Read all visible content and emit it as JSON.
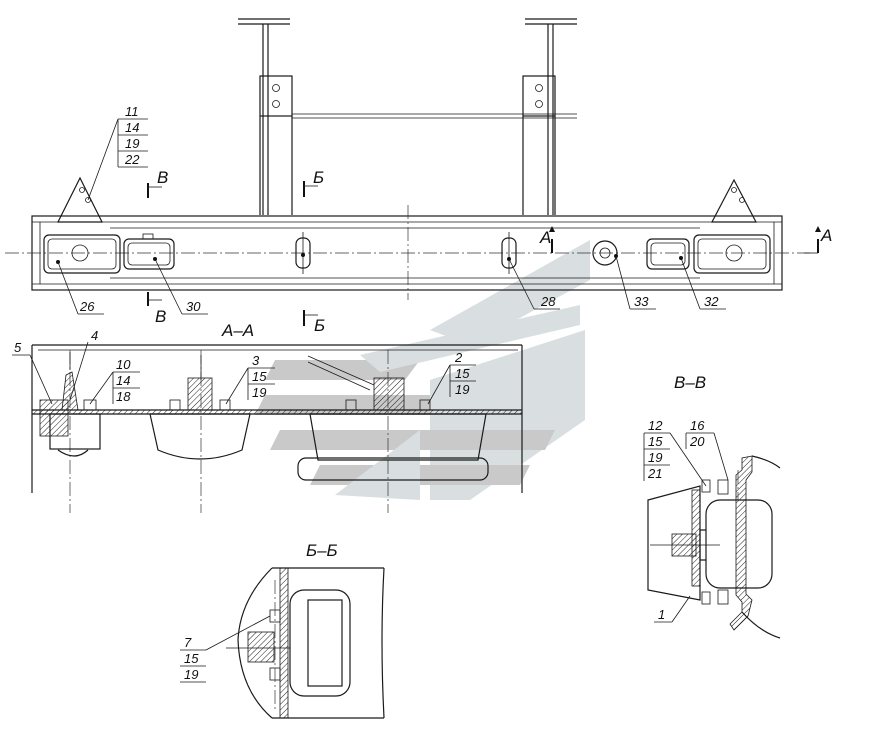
{
  "callouts": {
    "c11": [
      "11",
      "14",
      "19",
      "22"
    ],
    "c26": "26",
    "c30": "30",
    "c28": "28",
    "c33": "33",
    "c32": "32",
    "c5": "5",
    "c4": "4",
    "c10": [
      "10",
      "14",
      "18"
    ],
    "c3": [
      "3",
      "15",
      "19"
    ],
    "c2": [
      "2",
      "15",
      "19"
    ],
    "c12": [
      "12",
      "15",
      "19",
      "21"
    ],
    "c16": [
      "16",
      "20"
    ],
    "c1": "1",
    "c7": [
      "7",
      "15",
      "19"
    ]
  },
  "section_marks": {
    "v": "В",
    "b": "Б",
    "a": "А"
  },
  "section_titles": {
    "aa": "А–А",
    "vv": "В–В",
    "bb": "Б–Б"
  }
}
